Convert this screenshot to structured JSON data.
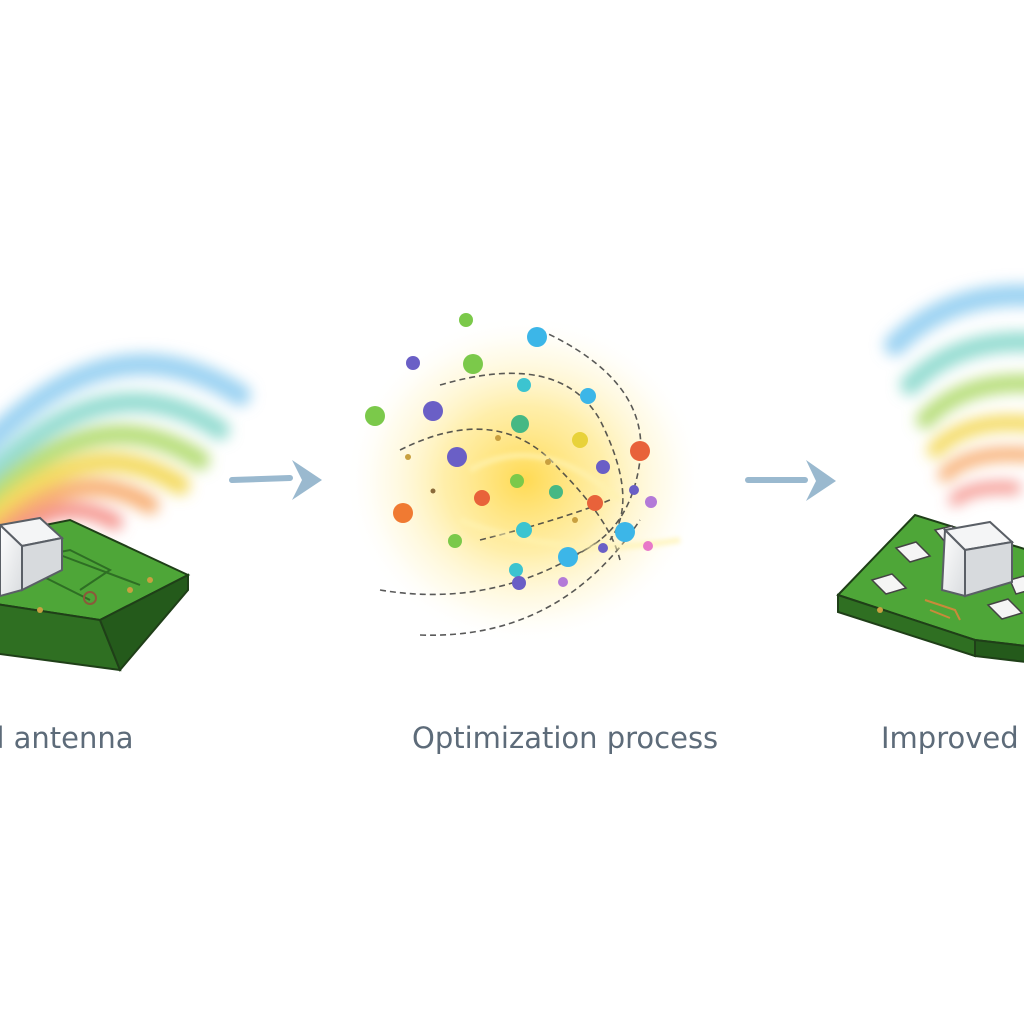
{
  "stages": [
    {
      "id": "initial",
      "label": "d antenna"
    },
    {
      "id": "optimization",
      "label": "Optimization process"
    },
    {
      "id": "improved",
      "label": "Improved d"
    }
  ],
  "icons": {
    "arrow": "right-arrow-icon",
    "signal": "radiation-waves-icon",
    "board": "circuit-board-icon",
    "particles": "particle-swarm-icon"
  },
  "colors": {
    "arrow": "#9ab9cf",
    "board_top": "#4ea638",
    "board_side": "#2f6f22",
    "caption": "#5d6b79",
    "glow": "#ffe27a",
    "wave_red": "#f27a72",
    "wave_orange": "#f7a25e",
    "wave_yellow": "#f2d548",
    "wave_green": "#a6d65a",
    "wave_teal": "#72d0c2",
    "wave_blue": "#7cc4ee"
  }
}
